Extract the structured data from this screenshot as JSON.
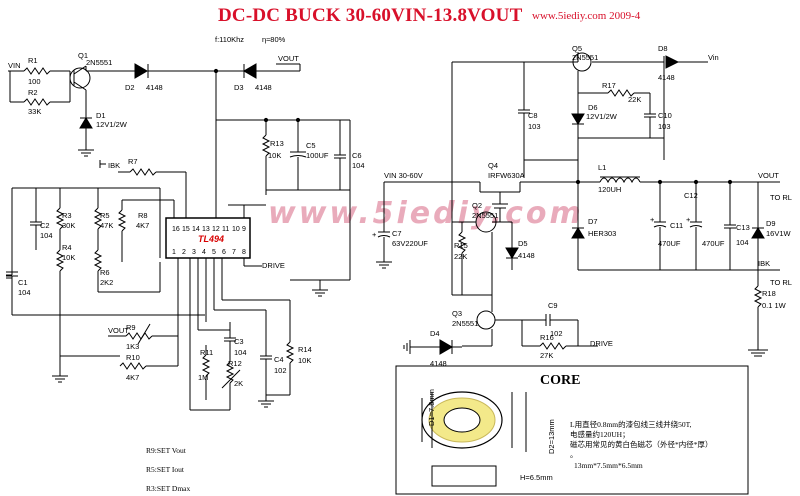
{
  "header": {
    "title": "DC-DC BUCK 30-60VIN-13.8VOUT",
    "site": "www.5iediy.com  2009-4"
  },
  "watermark": "www.5iediy.com",
  "specs": {
    "freq": "f:110Khz",
    "eff": "η≈80%"
  },
  "ic": {
    "name": "TL494",
    "pins_top": [
      "16",
      "15",
      "14",
      "13",
      "12",
      "11",
      "10",
      "9"
    ],
    "pins_bottom": [
      "1",
      "2",
      "3",
      "4",
      "5",
      "6",
      "7",
      "8"
    ]
  },
  "nets": {
    "vin": "VIN",
    "vout": "VOUT",
    "vin_main": "VIN   30-60V",
    "vout_main": "VOUT",
    "ibk": "IBK",
    "drive": "DRIVE",
    "vin_r": "Vin",
    "to_rl": "TO RL"
  },
  "components": {
    "r1": "R1",
    "r1v": "100",
    "r2": "R2",
    "r2v": "33K",
    "q1": "Q1",
    "q1v": "2N5551",
    "d1": "D1",
    "d1v": "12V1/2W",
    "d2": "D2",
    "d2v": "4148",
    "d3": "D3",
    "d3v": "4148",
    "r7": "R7",
    "r13": "R13",
    "r13v": "10K",
    "c5": "C5",
    "c5v": "100UF",
    "c6": "C6",
    "c6v": "104",
    "c2": "C2",
    "c2v": "104",
    "r3": "R3",
    "r3v": "30K",
    "r5": "R5",
    "r5v": "47K",
    "r8": "R8",
    "r8v": "4K7",
    "r4": "R4",
    "r4v": "10K",
    "r6": "R6",
    "r6v": "2K2",
    "c1": "C1",
    "c1v": "104",
    "r9": "R9",
    "r9v": "1K3",
    "r10": "R10",
    "r10v": "4K7",
    "r11": "R11",
    "r11v": "1M",
    "r12": "R12",
    "r12v": "2K",
    "c3": "C3",
    "c3v": "104",
    "c4": "C4",
    "c4v": "102",
    "r14": "R14",
    "r14v": "10K",
    "q5": "Q5",
    "q5v": "2N5551",
    "d8": "D8",
    "d8v": "4148",
    "r17": "R17",
    "r17v": "22K",
    "d6": "D6",
    "d6v": "12V1/2W",
    "c8": "C8",
    "c8v": "103",
    "c10": "C10",
    "c10v": "103",
    "q4": "Q4",
    "q4v": "IRFW630A",
    "l1": "L1",
    "l1v": "120UH",
    "c12": "C12",
    "c11": "C11",
    "c11v": "470UF",
    "c12v": "470UF",
    "c13": "C13",
    "c13v": "104",
    "d9": "D9",
    "d9v": "16V1W",
    "c7": "C7",
    "c7v": "63V220UF",
    "q2": "Q2",
    "q2v": "2N5551",
    "r15": "R15",
    "r15v": "22K",
    "d5": "D5",
    "d5v": "4148",
    "d7": "D7",
    "d7v": "HER303",
    "q3": "Q3",
    "q3v": "2N5551",
    "d4": "D4",
    "d4v": "4148",
    "c9": "C9",
    "c9v": "102",
    "r16": "R16",
    "r16v": "27K",
    "r18": "R18",
    "r18v": "0.1 1W"
  },
  "settings_notes": [
    "R9:SET Vout",
    "R5:SET Iout",
    "R3:SET Dmax"
  ],
  "core": {
    "title": "CORE",
    "d1": "D1=7.5mm",
    "d2": "D2=13mm",
    "h": "H=6.5mm",
    "note1": "L用直径0.8mm的漆包线三线并绕50T,",
    "note2": "电感量约120UH；",
    "note3": "磁芯用常见的黄白色磁芯（外径*内径*厚）",
    "note4": "。",
    "note5": "13mm*7.5mm*6.5mm"
  }
}
